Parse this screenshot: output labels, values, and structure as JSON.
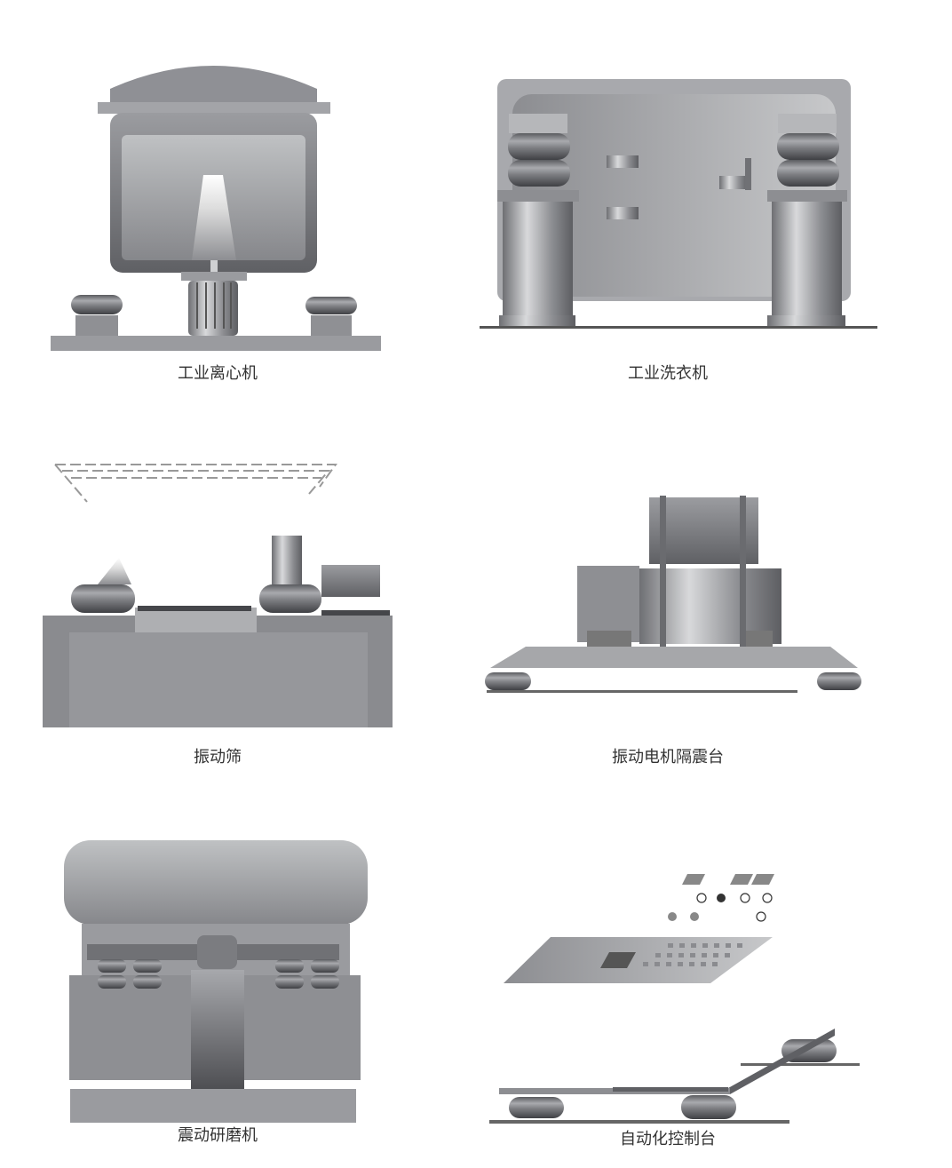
{
  "figures": [
    {
      "id": "centrifuge",
      "label": "工业离心机"
    },
    {
      "id": "washer",
      "label": "工业洗衣机"
    },
    {
      "id": "sieve",
      "label": "振动筛"
    },
    {
      "id": "motor-table",
      "label": "振动电机隔震台"
    },
    {
      "id": "mill",
      "label": "震动研磨机"
    },
    {
      "id": "console",
      "label": "自动化控制台"
    }
  ],
  "colors": {
    "metal_light": "#c4c5c8",
    "metal_mid": "#9a9b9f",
    "metal_dark": "#5e5f63",
    "caption": "#333333"
  }
}
